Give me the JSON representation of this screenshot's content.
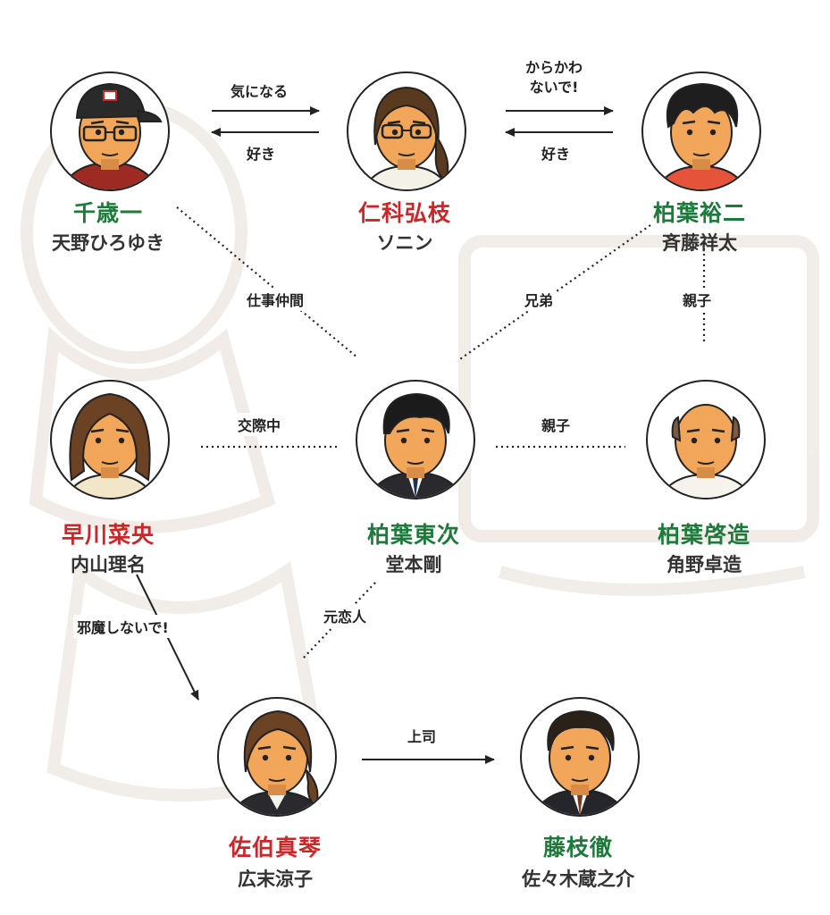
{
  "colors": {
    "red": "#c8282a",
    "green": "#1d7a3a",
    "line": "#222222"
  },
  "characters": [
    {
      "id": "chitose",
      "name": "千歳一",
      "actor": "天野ひろゆき",
      "color": "green",
      "look": "cap-glasses"
    },
    {
      "id": "nishina",
      "name": "仁科弘枝",
      "actor": "ソニン",
      "color": "red",
      "look": "woman-glasses"
    },
    {
      "id": "yuji",
      "name": "柏葉裕二",
      "actor": "斉藤祥太",
      "color": "green",
      "look": "young-man"
    },
    {
      "id": "hayakawa",
      "name": "早川菜央",
      "actor": "内山理名",
      "color": "red",
      "look": "woman-long"
    },
    {
      "id": "toji",
      "name": "柏葉東次",
      "actor": "堂本剛",
      "color": "green",
      "look": "suit-man"
    },
    {
      "id": "keizo",
      "name": "柏葉啓造",
      "actor": "角野卓造",
      "color": "green",
      "look": "bald-man"
    },
    {
      "id": "saeki",
      "name": "佐伯真琴",
      "actor": "広末涼子",
      "color": "red",
      "look": "woman-suit"
    },
    {
      "id": "fujieda",
      "name": "藤枝徹",
      "actor": "佐々木蔵之介",
      "color": "green",
      "look": "man-suit-older"
    }
  ],
  "relations": [
    {
      "from": "chitose",
      "to": "nishina",
      "label": "気になる",
      "style": "arrow"
    },
    {
      "from": "nishina",
      "to": "chitose",
      "label": "好き",
      "style": "arrow"
    },
    {
      "from": "nishina",
      "to": "yuji",
      "label": "からかわ\nないで!",
      "style": "arrow"
    },
    {
      "from": "yuji",
      "to": "nishina",
      "label": "好き",
      "style": "arrow"
    },
    {
      "from": "chitose",
      "to": "toji",
      "label": "仕事仲間",
      "style": "dotted"
    },
    {
      "from": "yuji",
      "to": "toji",
      "label": "兄弟",
      "style": "dotted"
    },
    {
      "from": "yuji",
      "to": "keizo",
      "label": "親子",
      "style": "dotted"
    },
    {
      "from": "hayakawa",
      "to": "toji",
      "label": "交際中",
      "style": "dotted"
    },
    {
      "from": "toji",
      "to": "keizo",
      "label": "親子",
      "style": "dotted"
    },
    {
      "from": "toji",
      "to": "saeki",
      "label": "元恋人",
      "style": "dotted"
    },
    {
      "from": "hayakawa",
      "to": "saeki",
      "label": "邪魔しないで!",
      "style": "arrow"
    },
    {
      "from": "saeki",
      "to": "fujieda",
      "label": "上司",
      "style": "arrow"
    }
  ]
}
